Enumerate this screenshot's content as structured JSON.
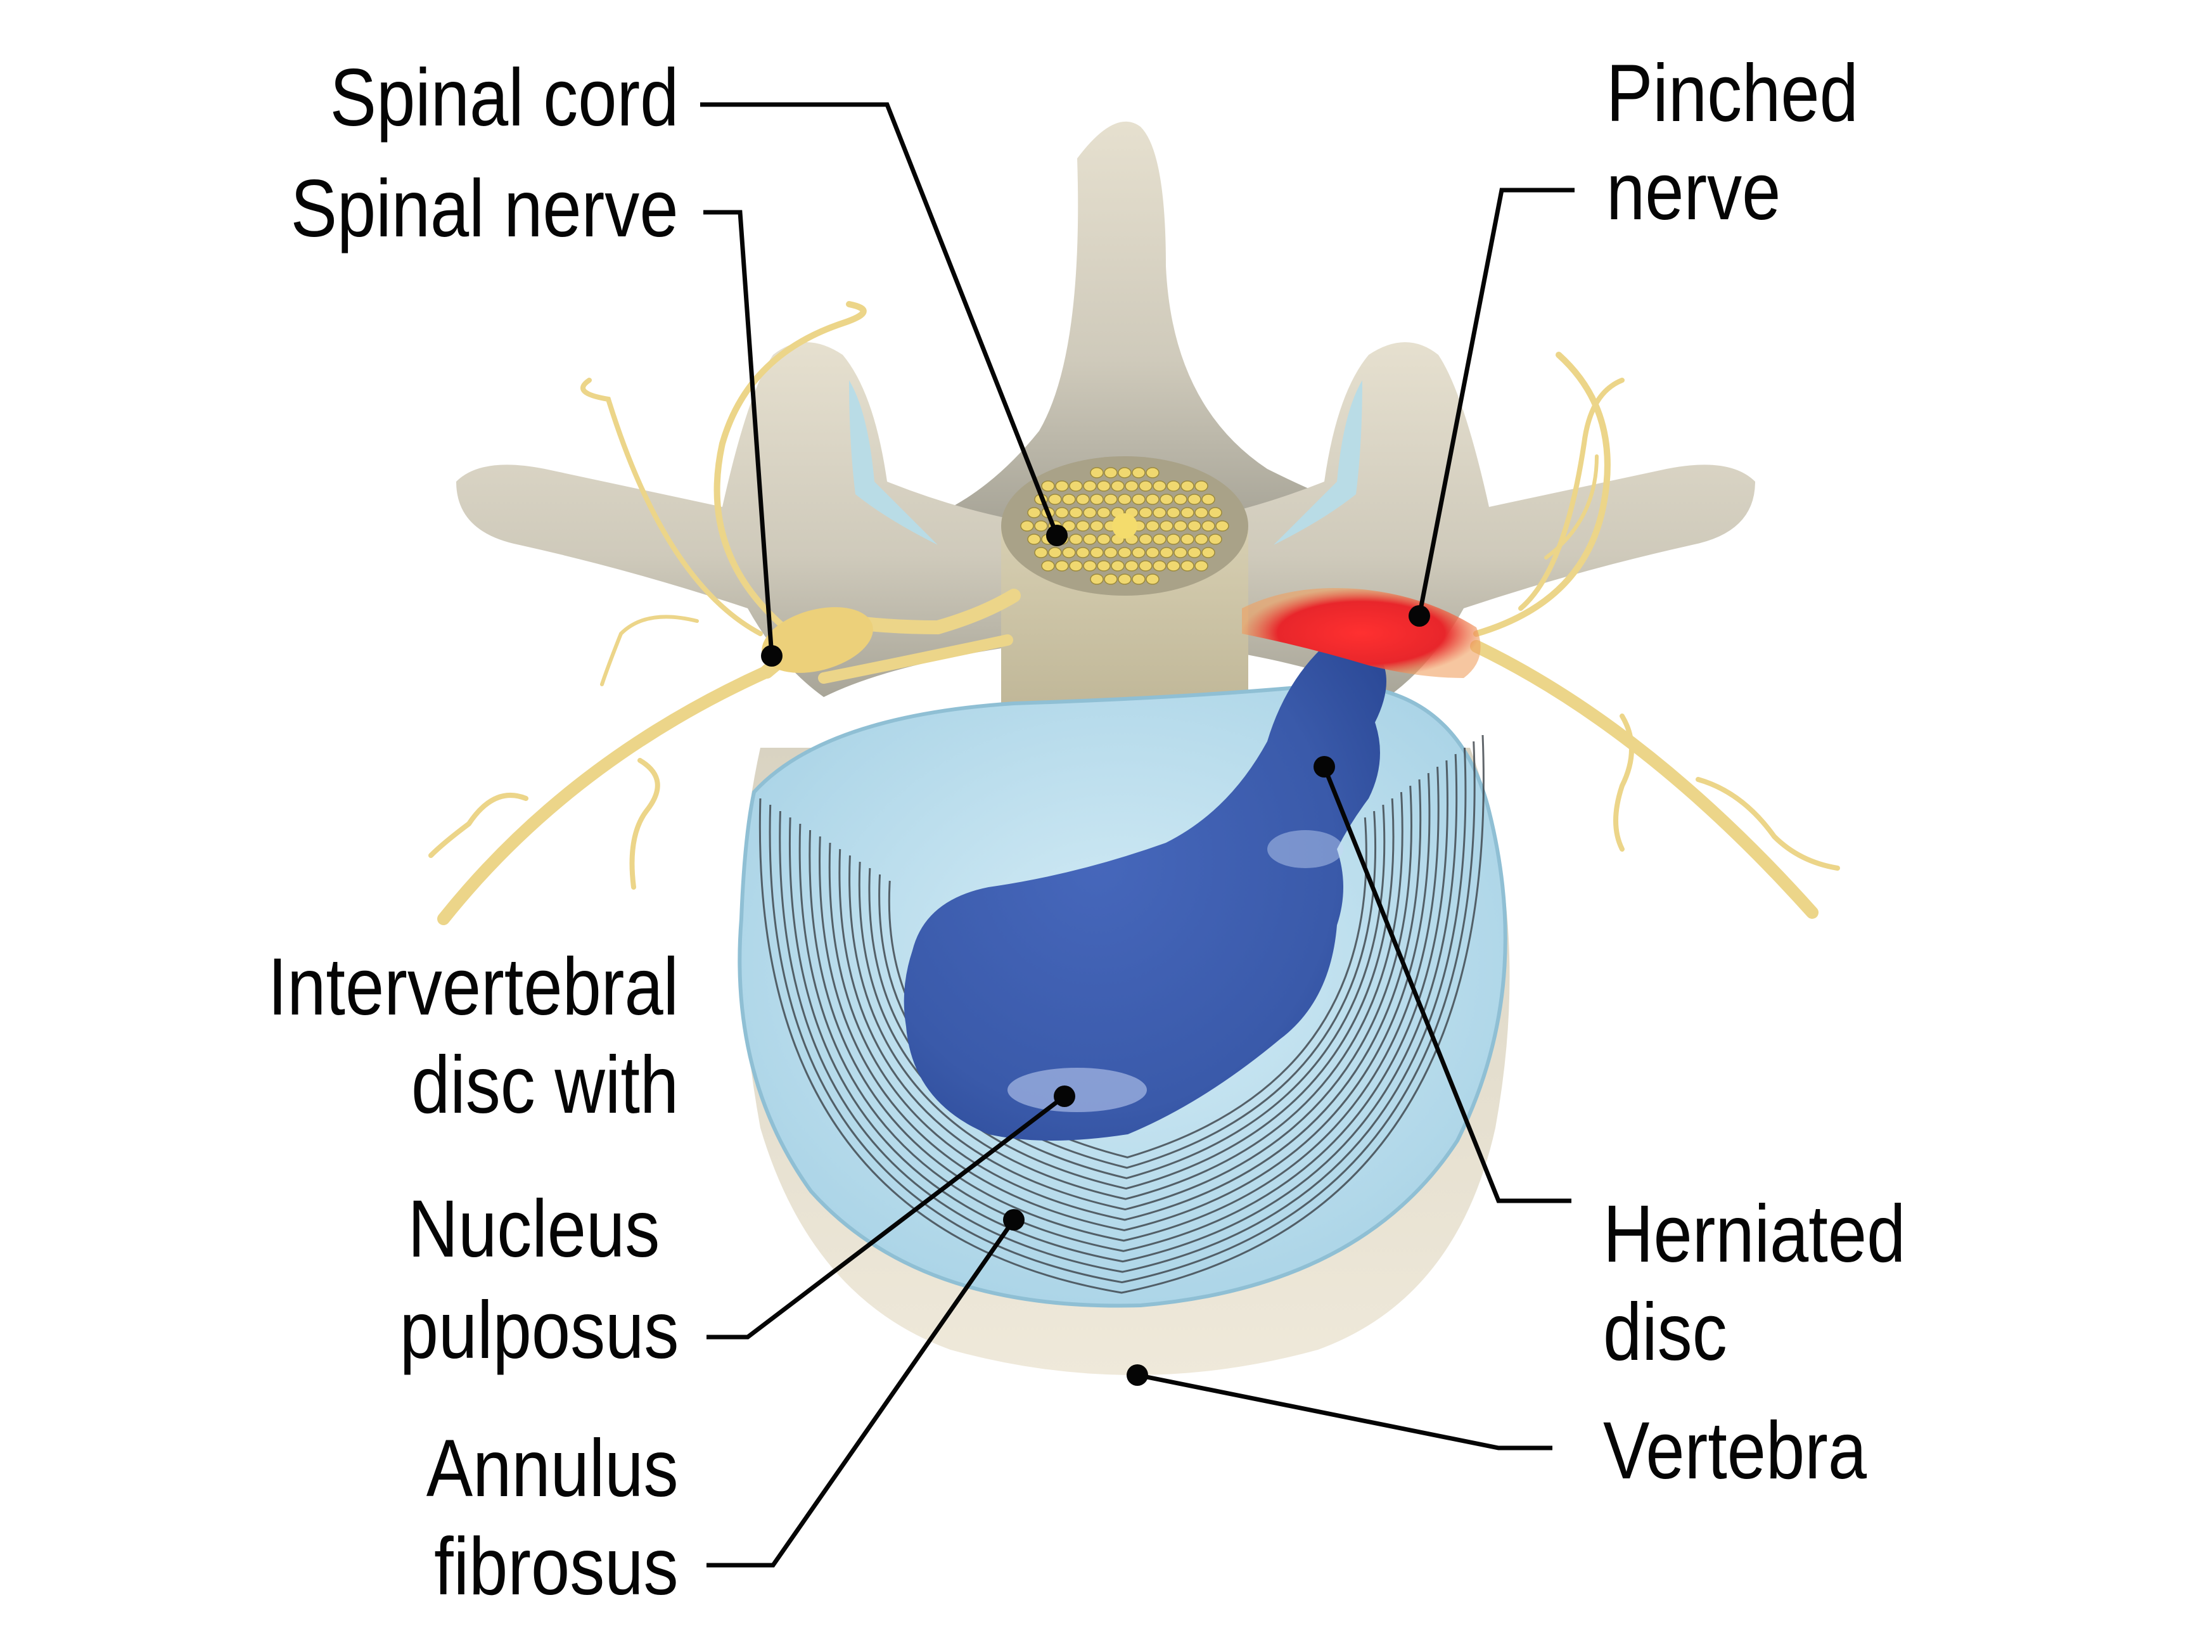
{
  "title": "Herniated disc anatomy (axial view of lumbar vertebra)",
  "colors": {
    "background": "#ffffff",
    "label_text": "#050505",
    "leader_line": "#050505",
    "bone": "#d8d2c0",
    "bone_shadow": "#a9a698",
    "annulus": "#bfe0ef",
    "annulus_rings": "#3a4046",
    "nucleus": "#3e5fb0",
    "nucleus_highlight": "#a9c0f0",
    "nerve": "#ecd589",
    "spinal_cord_fibers": "#f0d870",
    "pinched_nerve": "#e8262b",
    "cartilage": "#b9dce6"
  },
  "labels": {
    "spinal_cord": {
      "lines": [
        "Spinal cord"
      ]
    },
    "spinal_nerve": {
      "lines": [
        "Spinal nerve"
      ]
    },
    "pinched_nerve": {
      "lines": [
        "Pinched",
        "nerve"
      ]
    },
    "intervertebral_disc": {
      "lines": [
        "Intervertebral",
        "disc with"
      ]
    },
    "nucleus_pulposus": {
      "lines": [
        "Nucleus",
        "pulposus"
      ]
    },
    "annulus_fibrosus": {
      "lines": [
        "Annulus",
        "fibrosus"
      ]
    },
    "herniated_disc": {
      "lines": [
        "Herniated",
        "disc"
      ]
    },
    "vertebra": {
      "lines": [
        "Vertebra"
      ]
    }
  }
}
